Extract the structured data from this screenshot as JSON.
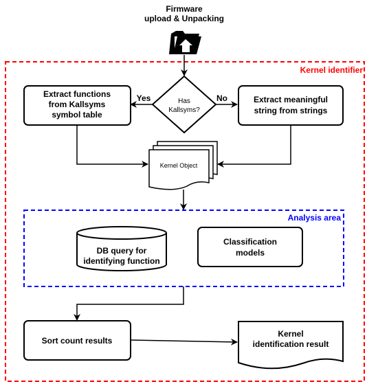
{
  "firmware": {
    "line1": "Firmware",
    "line2": "upload & Unpacking",
    "icon": "folder-upload-icon"
  },
  "kernel_region": {
    "label": "Kernel identifier",
    "color": "#ff0000"
  },
  "analysis_region": {
    "label": "Analysis area",
    "color": "#0000ff"
  },
  "decision": {
    "line1": "Has",
    "line2": "Kallsyms?",
    "yes": "Yes",
    "no": "No"
  },
  "kallsyms_box": {
    "line1": "Extract functions",
    "line2": "from Kallsyms",
    "line3": "symbol table"
  },
  "strings_box": {
    "line1": "Extract meaningful",
    "line2": "string from strings"
  },
  "kernel_object": {
    "label": "Kernel Object"
  },
  "db_query": {
    "line1": "DB query for",
    "line2": "identifying function"
  },
  "classification": {
    "line1": "Classification",
    "line2": "models"
  },
  "sort_box": {
    "label": "Sort count results"
  },
  "result_doc": {
    "line1": "Kernel",
    "line2": "identification result"
  }
}
